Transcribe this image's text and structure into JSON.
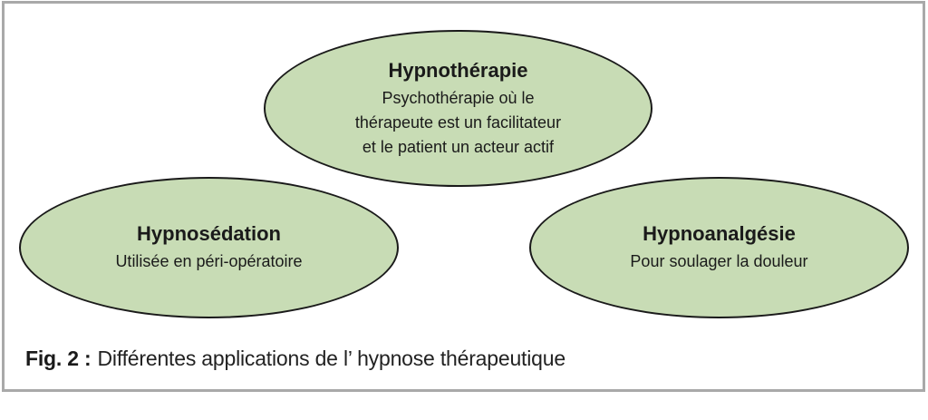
{
  "figure": {
    "caption_label": "Fig. 2 :",
    "caption_text": "Différentes applications de l’ hypnose thérapeutique",
    "nodes": [
      {
        "title": "Hypnothérapie",
        "description": "Psychothérapie où le\nthérapeute est un facilitateur\net le patient un acteur actif"
      },
      {
        "title": "Hypnosédation",
        "description": "Utilisée en péri-opératoire"
      },
      {
        "title": "Hypnoanalgésie",
        "description": "Pour soulager la douleur"
      }
    ],
    "colors": {
      "node_fill": "#c8dcb5",
      "node_stroke": "#1a1a1a",
      "frame_border": "#a9a9a9",
      "text": "#1a1a1a"
    }
  }
}
